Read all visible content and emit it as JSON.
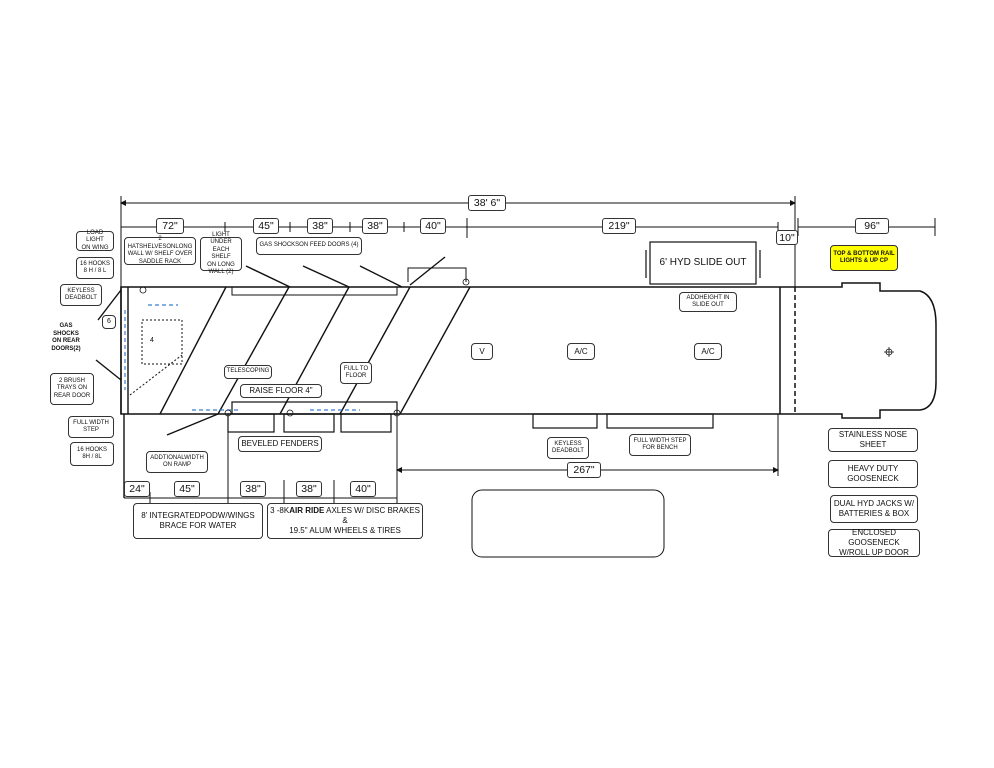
{
  "dimensions": {
    "overall": "38' 6\"",
    "d72": "72\"",
    "d45_top": "45\"",
    "d38_top_a": "38\"",
    "d38_top_b": "38\"",
    "d40_top": "40\"",
    "d219": "219\"",
    "d10": "10\"",
    "d96": "96\"",
    "d24": "24\"",
    "d45_bottom": "45\"",
    "d38_bottom_a": "38\"",
    "d38_bottom_b": "38\"",
    "d40_bottom": "40\"",
    "d267": "267\""
  },
  "labels": {
    "load_light": "LOAD LIGHT\nON WING",
    "hooks_top": "16 HOOKS\n8 H / 8 L",
    "keyless_rear": "KEYLESS\nDEADBOLT",
    "gas_shocks_rear": "GAS SHOCKS\nON REAR\nDOORS(2)",
    "brush_trays": "2 BRUSH\nTRAYS ON\nREAR DOOR",
    "full_width_step": "FULL WIDTH\nSTEP",
    "hooks_bottom": "16 HOOKS\n8H / 8L",
    "hat_shelves": "2 HATSHELVESONLONG\nWALL W/ SHELF OVER\nSADDLE RACK",
    "light_under_shelf": "LIGHT UNDER\nEACH SHELF\nON LONG\nWALL (2)",
    "gas_shocks_feed": "GAS SHOCKSON FEED DOORS (4)",
    "slide_out": "6' HYD SLIDE OUT",
    "add_height": "ADDHEIGHT IN\nSLIDE OUT",
    "top_bottom_rail": "TOP & BOTTOM RAIL\nLIGHTS & UP CP",
    "telescoping": "TELESCOPING",
    "full_to_floor": "FULL TO\nFLOOR",
    "raise_floor": "RAISE FLOOR 4\"",
    "vent": "V",
    "ac_1": "A/C",
    "ac_2": "A/C",
    "box_6": "6",
    "box_4": "4",
    "beveled_fenders": "BEVELED FENDERS",
    "additional_width": "ADDTIONALWIDTH\nON RAMP",
    "keyless_side": "KEYLESS\nDEADBOLT",
    "full_width_step_bench": "FULL WIDTH STEP\nFOR BENCH",
    "integrated_pod": "8' INTEGRATEDPODW/WINGS\nBRACE FOR WATER",
    "axles_pre": "3 -8K",
    "axles_bold": "AIR RIDE",
    "axles_post": " AXLES W/ DISC BRAKES &\n19.5\" ALUM WHEELS & TIRES",
    "stainless_nose": "STAINLESS NOSE SHEET",
    "heavy_duty": "HEAVY DUTY\nGOOSENECK",
    "dual_jacks": "DUAL HYD JACKS W/\nBATTERIES & BOX",
    "enclosed_gooseneck": "ENCLOSED GOOSENECK\nW/ROLL UP DOOR"
  }
}
